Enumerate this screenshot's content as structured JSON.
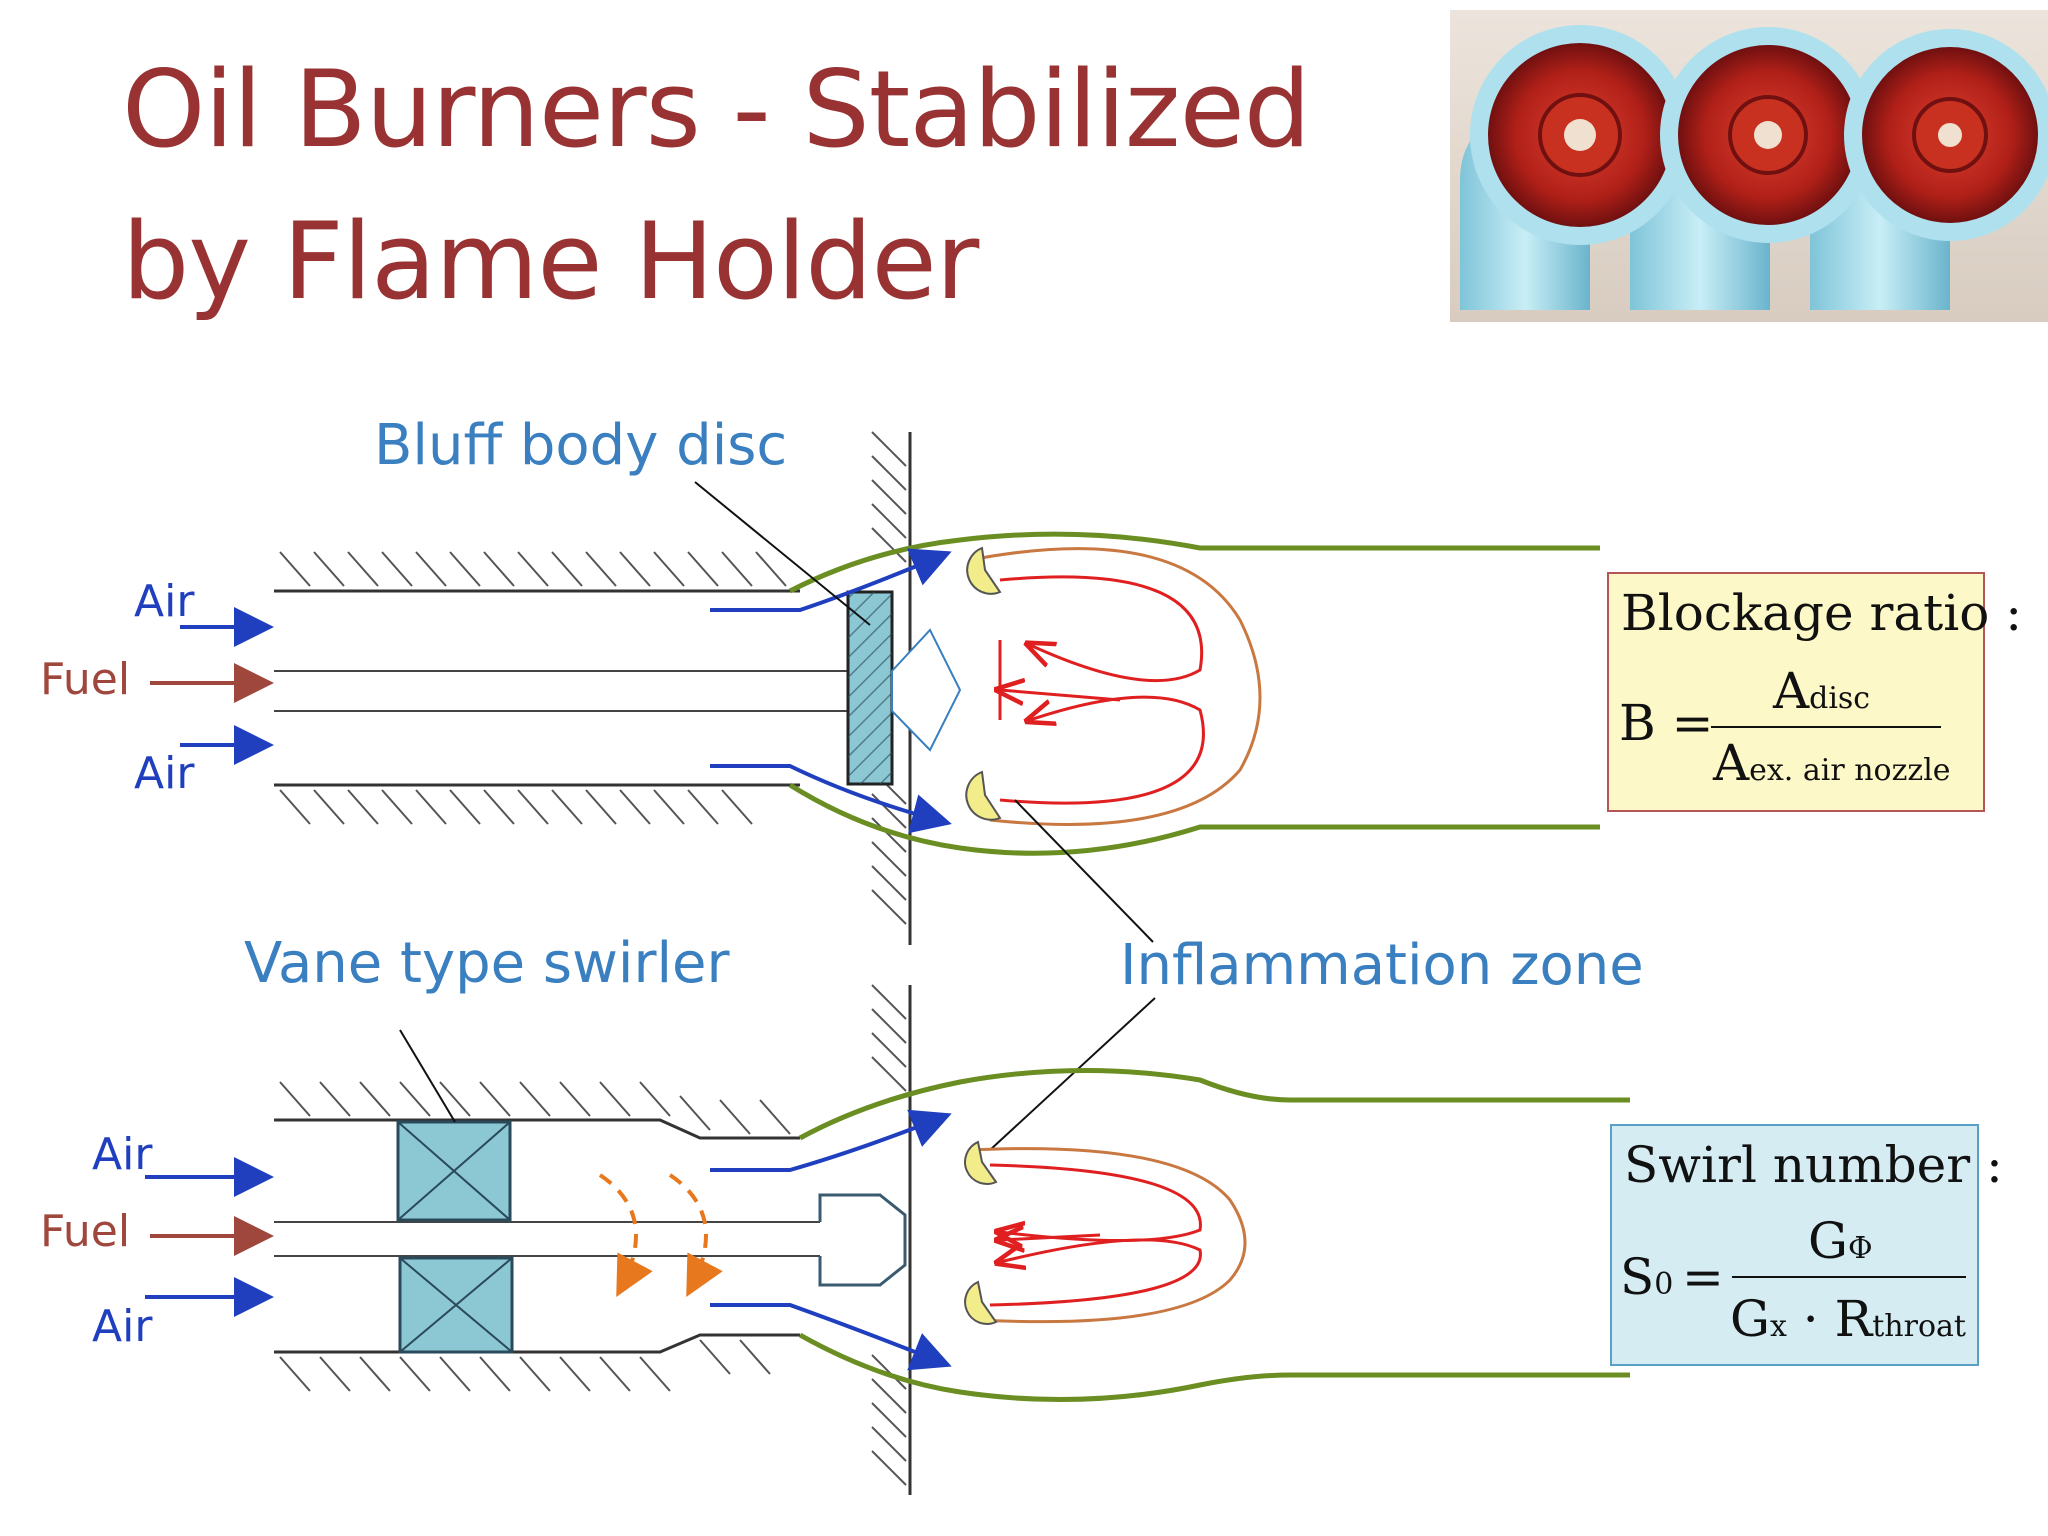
{
  "title_line1": "Oil Burners - Stabilized",
  "title_line2": "by Flame Holder",
  "labels": {
    "bluff_body_disc": "Bluff body disc",
    "vane_type_swirler": "Vane type swirler",
    "inflammation_zone": "Inflammation zone",
    "air": "Air",
    "fuel": "Fuel"
  },
  "blockage": {
    "title": "Blockage ratio :",
    "lhs": "B =",
    "num_main": "A",
    "num_sub": "disc",
    "den_main": "A",
    "den_sub": "ex. air nozzle"
  },
  "swirl": {
    "title": "Swirl number :",
    "lhs_main": "S",
    "lhs_sub": "0",
    "eq": "=",
    "num_main": "G",
    "num_sub": "Φ",
    "den_g": "G",
    "den_g_sub": "x",
    "den_dot": "·",
    "den_r": "R",
    "den_r_sub": "throat"
  },
  "colors": {
    "title": "#993333",
    "label_blue": "#3a7fc0",
    "air_arrow": "#1f3fbf",
    "fuel_arrow": "#a0473d",
    "flame_outline": "#6b8e23",
    "recirculation": "#e02020",
    "swirl_arrows": "#e8781e",
    "swirler_fill": "#8cc8d4",
    "blockage_box": "#fdf8c8",
    "swirl_box": "#d4ecf2"
  },
  "icons": [
    "burner-photo",
    "flow-arrow-icon",
    "ignition-zone-marker"
  ]
}
